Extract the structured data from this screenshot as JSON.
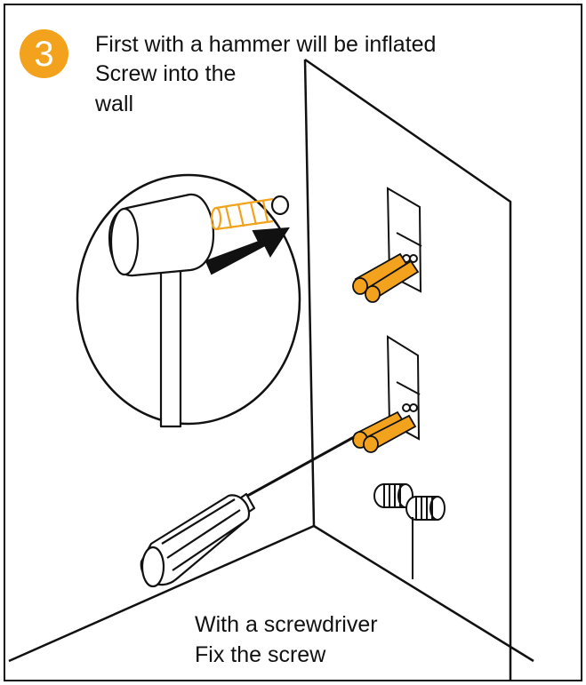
{
  "step": {
    "number": "3",
    "color": "#f3a21d"
  },
  "instruction_top": {
    "line1": "First with a hammer will be inflated",
    "line2": "Screw into the",
    "line3": "wall"
  },
  "instruction_bottom": {
    "line1": "With a screwdriver",
    "line2": "Fix the screw"
  },
  "colors": {
    "anchor_orange": "#f3a21d",
    "line_black": "#111111"
  },
  "icons": [
    "hammer-icon",
    "arrow-icon",
    "wall-anchor-icon",
    "screwdriver-icon",
    "screw-icon"
  ]
}
